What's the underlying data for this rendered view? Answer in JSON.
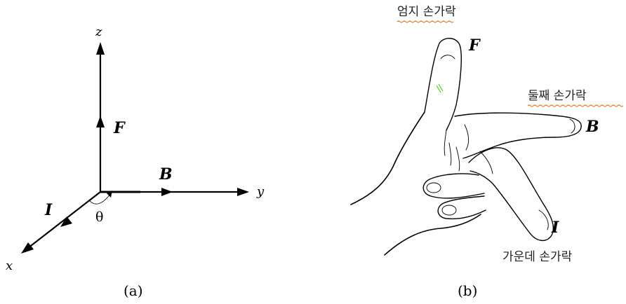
{
  "diagram_a": {
    "axes": {
      "z": "z",
      "y": "y",
      "x": "x"
    },
    "vectors": {
      "F": "F",
      "B": "B",
      "I": "I"
    },
    "angle": "θ",
    "caption": "(a)"
  },
  "diagram_b": {
    "labels": {
      "thumb": "엄지 손가락",
      "index": "둘째 손가락",
      "middle": "가운데 손가락"
    },
    "vectors": {
      "F": "F",
      "B": "B",
      "I": "I"
    },
    "caption": "(b)"
  },
  "colors": {
    "spellcheck_underline": "#e07a1f",
    "ink": "#000000",
    "thumb_mark": "#55cc33"
  }
}
